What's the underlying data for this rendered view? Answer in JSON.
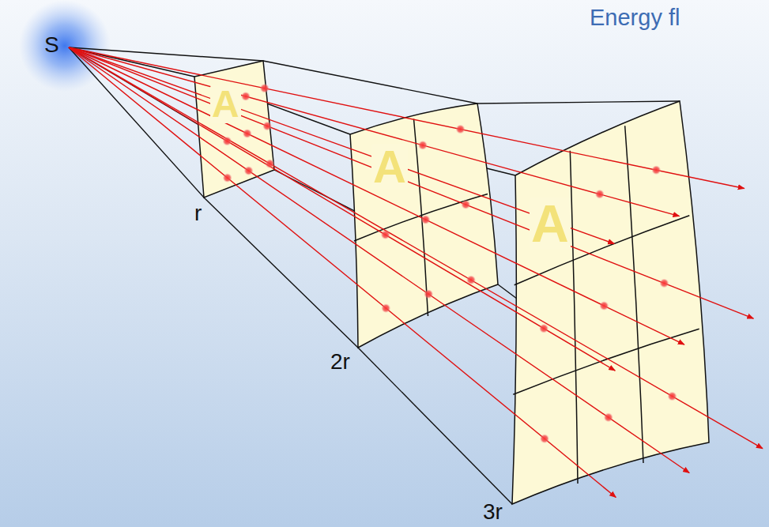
{
  "diagram": {
    "title": "Energy fl",
    "labels": [
      "S",
      "A",
      "A",
      "A",
      "r",
      "2r",
      "3r"
    ]
  }
}
